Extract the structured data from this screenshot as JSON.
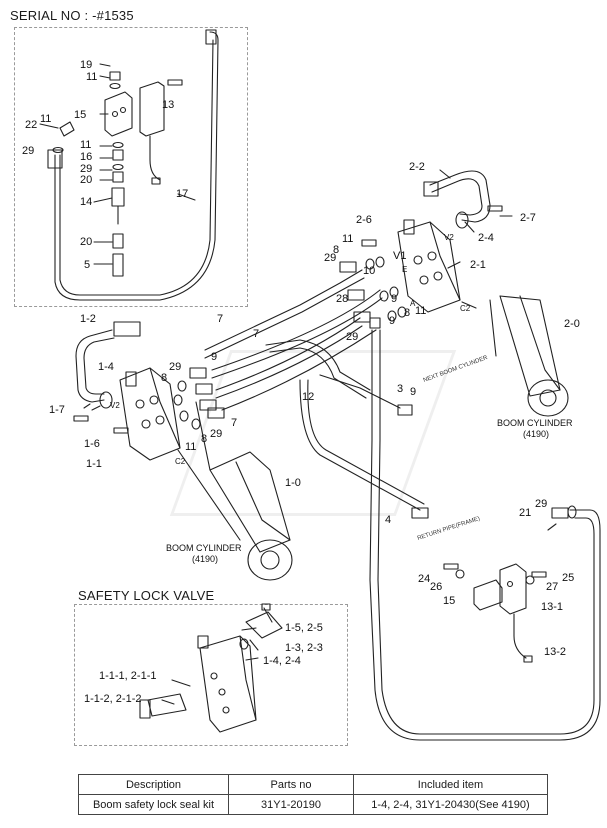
{
  "serial_title": "SERIAL NO : -#1535",
  "safety_title": "SAFETY LOCK VALVE",
  "boom_cylinder_right": {
    "name": "BOOM CYLINDER",
    "code": "(4190)"
  },
  "boom_cylinder_left": {
    "name": "BOOM CYLINDER",
    "code": "(4190)"
  },
  "small_text": {
    "next_boom": "NEXT BOOM CYLINDER",
    "return": "RETURN PIPE(FRAME)"
  },
  "port_labels": {
    "v1": "V1",
    "v2a": "V2",
    "v2b": "V2",
    "c2a": "C2",
    "c2b": "C2",
    "e": "E",
    "a": "A"
  },
  "callouts": {
    "serial": [
      "19",
      "11",
      "13",
      "15",
      "22",
      "11",
      "29",
      "11",
      "16",
      "29",
      "20",
      "14",
      "20",
      "5",
      "17"
    ],
    "main": [
      "2-2",
      "2-7",
      "2-4",
      "2-6",
      "8",
      "11",
      "29",
      "10",
      "V1",
      "2-1",
      "28",
      "9",
      "11",
      "8",
      "9",
      "29",
      "2-0",
      "1-2",
      "7",
      "7",
      "9",
      "1-4",
      "29",
      "8",
      "1-7",
      "3",
      "9",
      "12",
      "7",
      "29",
      "8",
      "11",
      "1-6",
      "1-1",
      "1-0",
      "4",
      "29",
      "21",
      "24",
      "26",
      "15",
      "27",
      "25",
      "13-1",
      "13-2"
    ],
    "safety": [
      "1-5, 2-5",
      "1-3, 2-3",
      "1-4, 2-4",
      "1-1-1, 2-1-1",
      "1-1-2, 2-1-2"
    ]
  },
  "table": {
    "headers": [
      "Description",
      "Parts no",
      "Included item"
    ],
    "rows": [
      [
        "Boom safety lock seal kit",
        "31Y1-20190",
        "1-4, 2-4, 31Y1-20430(See 4190)"
      ]
    ]
  }
}
